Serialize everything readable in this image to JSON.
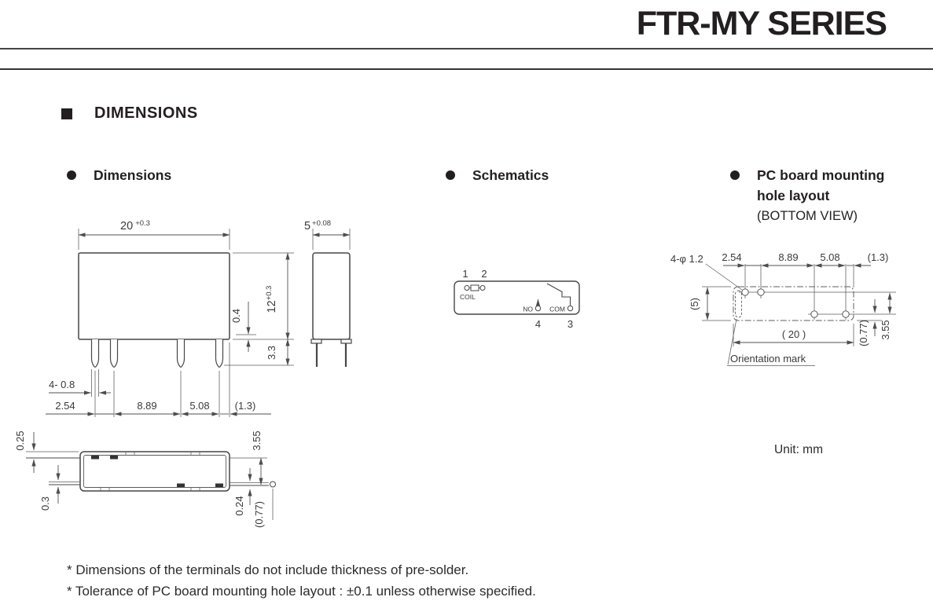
{
  "header": {
    "title": "FTR-MY SERIES"
  },
  "headings": {
    "main": "DIMENSIONS",
    "dimensions": "Dimensions",
    "schematics": "Schematics",
    "pcb_line1": "PC board mounting",
    "pcb_line2": "hole layout",
    "pcb_line3": "(BOTTOM VIEW)"
  },
  "front_view": {
    "width": "20",
    "width_tol": "+0.3",
    "height": "12",
    "height_tol": "+0.3",
    "standoff": "0.4",
    "terminal_length": "3.3",
    "terminal_width": "4- 0.8",
    "pitch1": "2.54",
    "pitch2": "8.89",
    "pitch3": "5.08",
    "pitch4": "(1.3)"
  },
  "side_view": {
    "width": "5",
    "width_tol": "+0.08"
  },
  "bottom_view": {
    "d025": "0.25",
    "d03": "0.3",
    "d355": "3.55",
    "d024": "0.24",
    "d077": "(0.77)"
  },
  "schematic": {
    "pin1": "1",
    "pin2": "2",
    "pin3": "3",
    "pin4": "4",
    "coil": "COIL",
    "no": "NO",
    "com": "COM"
  },
  "pcb": {
    "holes": "4-φ 1.2",
    "pitch1": "2.54",
    "pitch2": "8.89",
    "pitch3": "5.08",
    "pitch4": "(1.3)",
    "height": "(5)",
    "width": "( 20 )",
    "d077": "(0.77)",
    "d355": "3.55",
    "orientation": "Orientation mark"
  },
  "unit": "Unit: mm",
  "notes": [
    "* Dimensions of the terminals do not include thickness of pre-solder.",
    "* Tolerance of PC board mounting hole layout : ±0.1 unless otherwise specified."
  ]
}
